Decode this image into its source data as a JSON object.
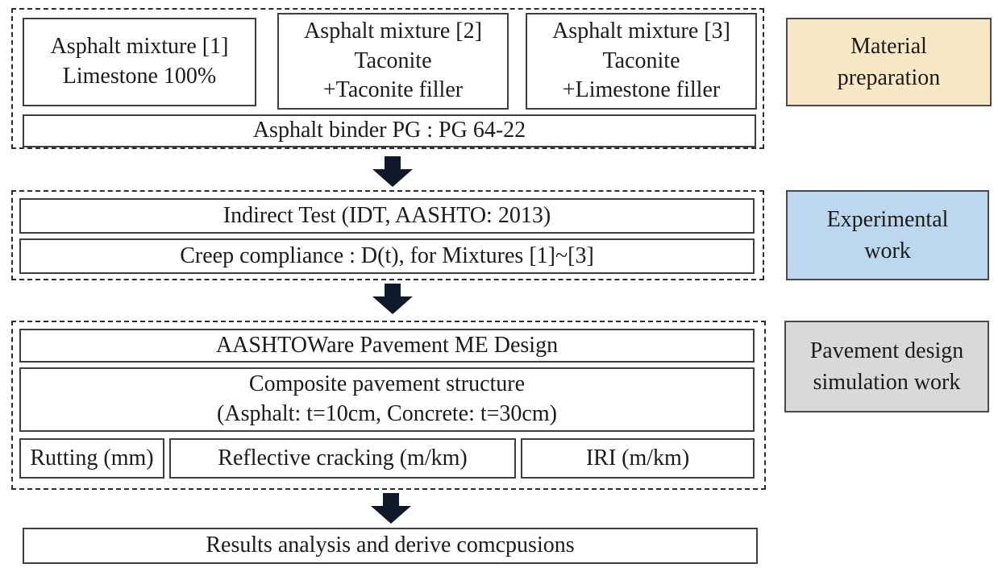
{
  "colors": {
    "material_fill": "#f9e8c5",
    "experimental_fill": "#bdd7ee",
    "simulation_fill": "#d9d9d9",
    "arrow": "#10182b",
    "box_border": "#3f3f3f"
  },
  "material_section": {
    "side_label": {
      "line1": "Material",
      "line2": "preparation"
    },
    "mixtures": [
      {
        "line1": "Asphalt mixture [1]",
        "line2": "Limestone 100%"
      },
      {
        "line1": "Asphalt mixture [2]",
        "line2": "Taconite",
        "line3": "+Taconite filler"
      },
      {
        "line1": "Asphalt mixture [3]",
        "line2": "Taconite",
        "line3": "+Limestone filler"
      }
    ],
    "binder": "Asphalt binder PG : PG 64-22"
  },
  "experimental_section": {
    "side_label": {
      "line1": "Experimental",
      "line2": "work"
    },
    "idt_test": "Indirect Test (IDT, AASHTO: 2013)",
    "creep_compliance": "Creep compliance : D(t), for Mixtures [1]~[3]"
  },
  "simulation_section": {
    "side_label": {
      "line1": "Pavement design",
      "line2": "simulation work"
    },
    "software": "AASHTOWare Pavement ME Design",
    "structure": {
      "line1": "Composite pavement structure",
      "line2": "(Asphalt: t=10cm, Concrete: t=30cm)"
    },
    "outputs": [
      "Rutting (mm)",
      "Reflective cracking (m/km)",
      "IRI (m/km)"
    ]
  },
  "conclusion": "Results analysis and derive comcpusions"
}
